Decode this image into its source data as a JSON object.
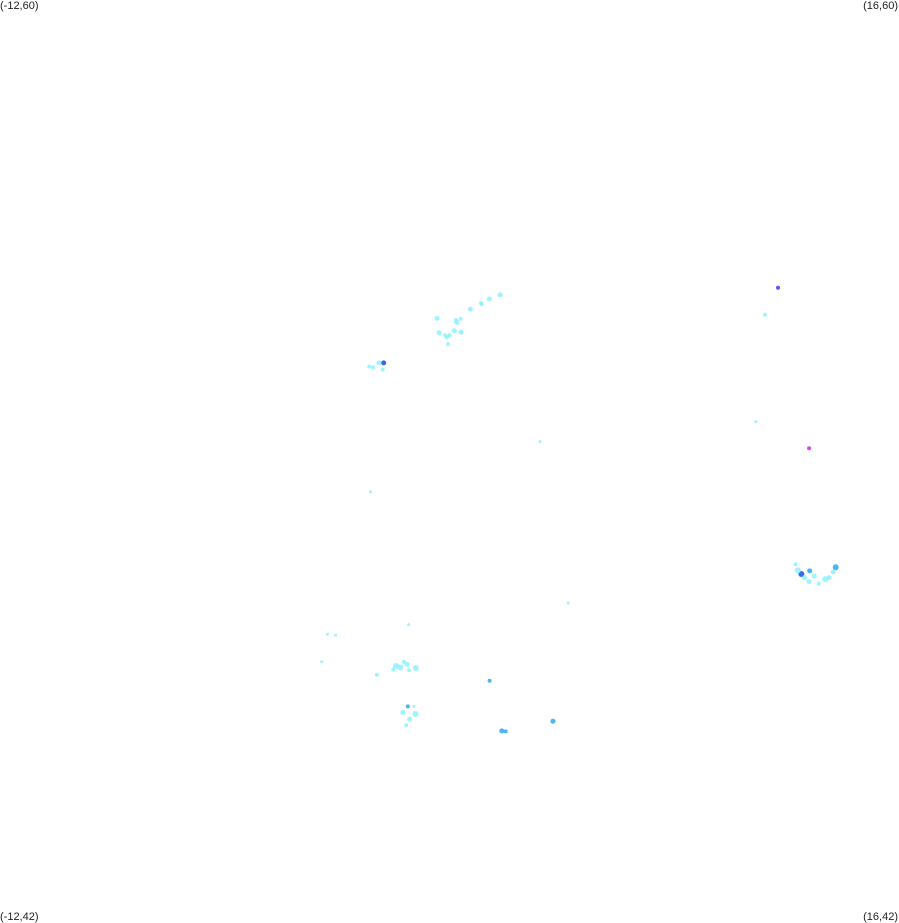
{
  "corners": {
    "top_left": "(-12,60)",
    "top_right": "(16,60)",
    "bottom_left": "(-12,42)",
    "bottom_right": "(16,42)"
  },
  "chart_data": {
    "type": "scatter",
    "xlim": [
      -12,
      16
    ],
    "ylim": [
      42,
      60
    ],
    "colors": {
      "light": "#8ef0ff",
      "medium": "#2ba8f0",
      "dark": "#1050e0",
      "blue": "#3a3aff",
      "magenta": "#e020e0"
    },
    "points": [
      {
        "x": 12.23,
        "y": 54.37,
        "c": "blue",
        "r": 2
      },
      {
        "x": 11.83,
        "y": 53.84,
        "c": "light",
        "r": 2
      },
      {
        "x": 3.58,
        "y": 54.23,
        "c": "light",
        "r": 2.5
      },
      {
        "x": 3.24,
        "y": 54.15,
        "c": "light",
        "r": 2.5
      },
      {
        "x": 3.0,
        "y": 54.05,
        "c": "light",
        "r": 2
      },
      {
        "x": 2.98,
        "y": 54.07,
        "c": "light",
        "r": 2
      },
      {
        "x": 2.65,
        "y": 53.95,
        "c": "light",
        "r": 2.5
      },
      {
        "x": 2.35,
        "y": 53.76,
        "c": "light",
        "r": 2
      },
      {
        "x": 2.23,
        "y": 53.69,
        "c": "light",
        "r": 2.5
      },
      {
        "x": 2.2,
        "y": 53.74,
        "c": "light",
        "r": 2
      },
      {
        "x": 2.36,
        "y": 53.5,
        "c": "light",
        "r": 2.5
      },
      {
        "x": 2.15,
        "y": 53.53,
        "c": "light",
        "r": 2.5
      },
      {
        "x": 2.0,
        "y": 53.44,
        "c": "light",
        "r": 2
      },
      {
        "x": 1.92,
        "y": 53.4,
        "c": "light",
        "r": 2
      },
      {
        "x": 1.68,
        "y": 53.49,
        "c": "light",
        "r": 2.5
      },
      {
        "x": 1.61,
        "y": 53.77,
        "c": "light",
        "r": 2.5
      },
      {
        "x": 1.95,
        "y": 53.27,
        "c": "light",
        "r": 2
      },
      {
        "x": 1.86,
        "y": 53.44,
        "c": "light",
        "r": 2
      },
      {
        "x": -0.2,
        "y": 52.9,
        "c": "light",
        "r": 2.5
      },
      {
        "x": -0.05,
        "y": 52.9,
        "c": "dark",
        "r": 2.5
      },
      {
        "x": -0.38,
        "y": 52.81,
        "c": "light",
        "r": 2
      },
      {
        "x": -0.5,
        "y": 52.83,
        "c": "light",
        "r": 2
      },
      {
        "x": -0.08,
        "y": 52.77,
        "c": "light",
        "r": 2
      },
      {
        "x": 11.54,
        "y": 51.75,
        "c": "light",
        "r": 1.5
      },
      {
        "x": 4.82,
        "y": 51.36,
        "c": "light",
        "r": 1.5
      },
      {
        "x": 13.2,
        "y": 51.23,
        "c": "magenta",
        "r": 2
      },
      {
        "x": -0.46,
        "y": 50.38,
        "c": "light",
        "r": 1.5
      },
      {
        "x": 12.78,
        "y": 48.96,
        "c": "light",
        "r": 2
      },
      {
        "x": 12.96,
        "y": 48.77,
        "c": "dark",
        "r": 3
      },
      {
        "x": 12.85,
        "y": 48.84,
        "c": "light",
        "r": 3
      },
      {
        "x": 13.06,
        "y": 48.7,
        "c": "light",
        "r": 2.5
      },
      {
        "x": 13.2,
        "y": 48.62,
        "c": "light",
        "r": 2.5
      },
      {
        "x": 13.22,
        "y": 48.83,
        "c": "medium",
        "r": 2.5
      },
      {
        "x": 13.36,
        "y": 48.73,
        "c": "light",
        "r": 2.5
      },
      {
        "x": 13.7,
        "y": 48.67,
        "c": "light",
        "r": 3
      },
      {
        "x": 13.82,
        "y": 48.7,
        "c": "light",
        "r": 2.5
      },
      {
        "x": 13.95,
        "y": 48.81,
        "c": "light",
        "r": 2.5
      },
      {
        "x": 14.03,
        "y": 48.9,
        "c": "medium",
        "r": 3
      },
      {
        "x": 13.5,
        "y": 48.58,
        "c": "light",
        "r": 2
      },
      {
        "x": 5.7,
        "y": 48.2,
        "c": "light",
        "r": 1.5
      },
      {
        "x": 0.73,
        "y": 47.78,
        "c": "light",
        "r": 1.5
      },
      {
        "x": -1.8,
        "y": 47.59,
        "c": "light",
        "r": 1.5
      },
      {
        "x": -1.55,
        "y": 47.57,
        "c": "light",
        "r": 1.5
      },
      {
        "x": -1.98,
        "y": 47.05,
        "c": "light",
        "r": 1.5
      },
      {
        "x": 0.68,
        "y": 47.0,
        "c": "light",
        "r": 2.5
      },
      {
        "x": 0.95,
        "y": 46.93,
        "c": "light",
        "r": 3
      },
      {
        "x": 0.47,
        "y": 46.94,
        "c": "light",
        "r": 3
      },
      {
        "x": 0.33,
        "y": 46.97,
        "c": "light",
        "r": 3
      },
      {
        "x": 0.58,
        "y": 47.05,
        "c": "light",
        "r": 2
      },
      {
        "x": 0.74,
        "y": 46.89,
        "c": "light",
        "r": 2
      },
      {
        "x": 0.25,
        "y": 46.9,
        "c": "light",
        "r": 2
      },
      {
        "x": -0.26,
        "y": 46.8,
        "c": "light",
        "r": 2
      },
      {
        "x": 3.25,
        "y": 46.68,
        "c": "medium",
        "r": 2
      },
      {
        "x": 0.7,
        "y": 46.18,
        "c": "medium",
        "r": 2
      },
      {
        "x": 0.89,
        "y": 46.18,
        "c": "light",
        "r": 1.5
      },
      {
        "x": 0.55,
        "y": 46.06,
        "c": "light",
        "r": 2.5
      },
      {
        "x": 0.94,
        "y": 46.03,
        "c": "light",
        "r": 3
      },
      {
        "x": 0.76,
        "y": 45.93,
        "c": "light",
        "r": 2.5
      },
      {
        "x": 0.65,
        "y": 45.81,
        "c": "light",
        "r": 2
      },
      {
        "x": 5.22,
        "y": 45.89,
        "c": "medium",
        "r": 2.5
      },
      {
        "x": 3.63,
        "y": 45.7,
        "c": "medium",
        "r": 2.5
      },
      {
        "x": 3.75,
        "y": 45.69,
        "c": "medium",
        "r": 2
      }
    ]
  }
}
